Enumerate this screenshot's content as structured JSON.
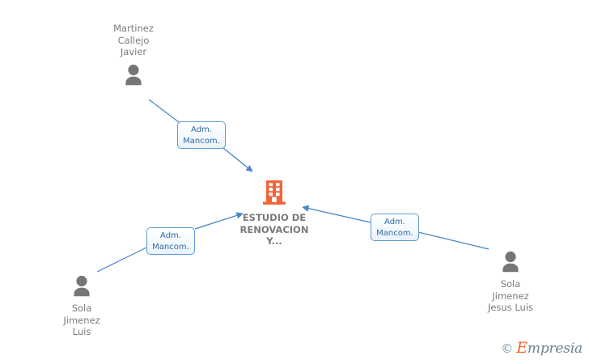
{
  "diagram": {
    "title": "Corporate relationship diagram",
    "colors": {
      "company_orange": "#f4633a",
      "person_gray": "#767676",
      "edge_blue": "#4a86c8",
      "box_border_blue": "#5b9bd5",
      "box_text_blue": "#2c6aa8",
      "label_gray": "#7c7c7c"
    }
  },
  "company": {
    "name": "ESTUDIO DE\nRENOVACION\nY...",
    "icon": "building-icon"
  },
  "persons": [
    {
      "id": "martinez-callejo-javier",
      "name": "Martinez\nCallejo\nJavier",
      "icon": "person-icon"
    },
    {
      "id": "sola-jimenez-luis",
      "name": "Sola\nJimenez\nLuis",
      "icon": "person-icon"
    },
    {
      "id": "sola-jimenez-jesus-luis",
      "name": "Sola\nJimenez\nJesus Luis",
      "icon": "person-icon"
    }
  ],
  "relations": [
    {
      "id": "rel-top-left",
      "label": "Adm.\nMancom.",
      "from": "martinez-callejo-javier",
      "to": "company"
    },
    {
      "id": "rel-bottom-left",
      "label": "Adm.\nMancom.",
      "from": "sola-jimenez-luis",
      "to": "company"
    },
    {
      "id": "rel-right",
      "label": "Adm.\nMancom.",
      "from": "sola-jimenez-jesus-luis",
      "to": "company"
    }
  ],
  "watermark": {
    "copyright": "©",
    "brand_initial": "E",
    "brand_rest": "mpresia"
  }
}
